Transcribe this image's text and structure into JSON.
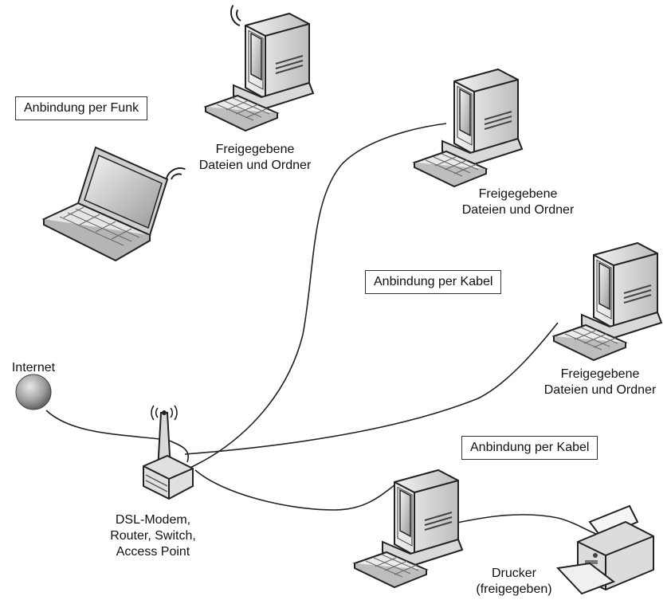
{
  "labels": {
    "funk": "Anbindung per Funk",
    "kabel1": "Anbindung per Kabel",
    "kabel2": "Anbindung per Kabel"
  },
  "captions": {
    "pc_top_line1": "Freigegebene",
    "pc_top_line2": "Dateien und Ordner",
    "pc_right1_line1": "Freigegebene",
    "pc_right1_line2": "Dateien und Ordner",
    "pc_right2_line1": "Freigegebene",
    "pc_right2_line2": "Dateien und Ordner",
    "internet": "Internet",
    "router_line1": "DSL-Modem,",
    "router_line2": "Router, Switch,",
    "router_line3": "Access Point",
    "printer_line1": "Drucker",
    "printer_line2": "(freigegeben)"
  }
}
